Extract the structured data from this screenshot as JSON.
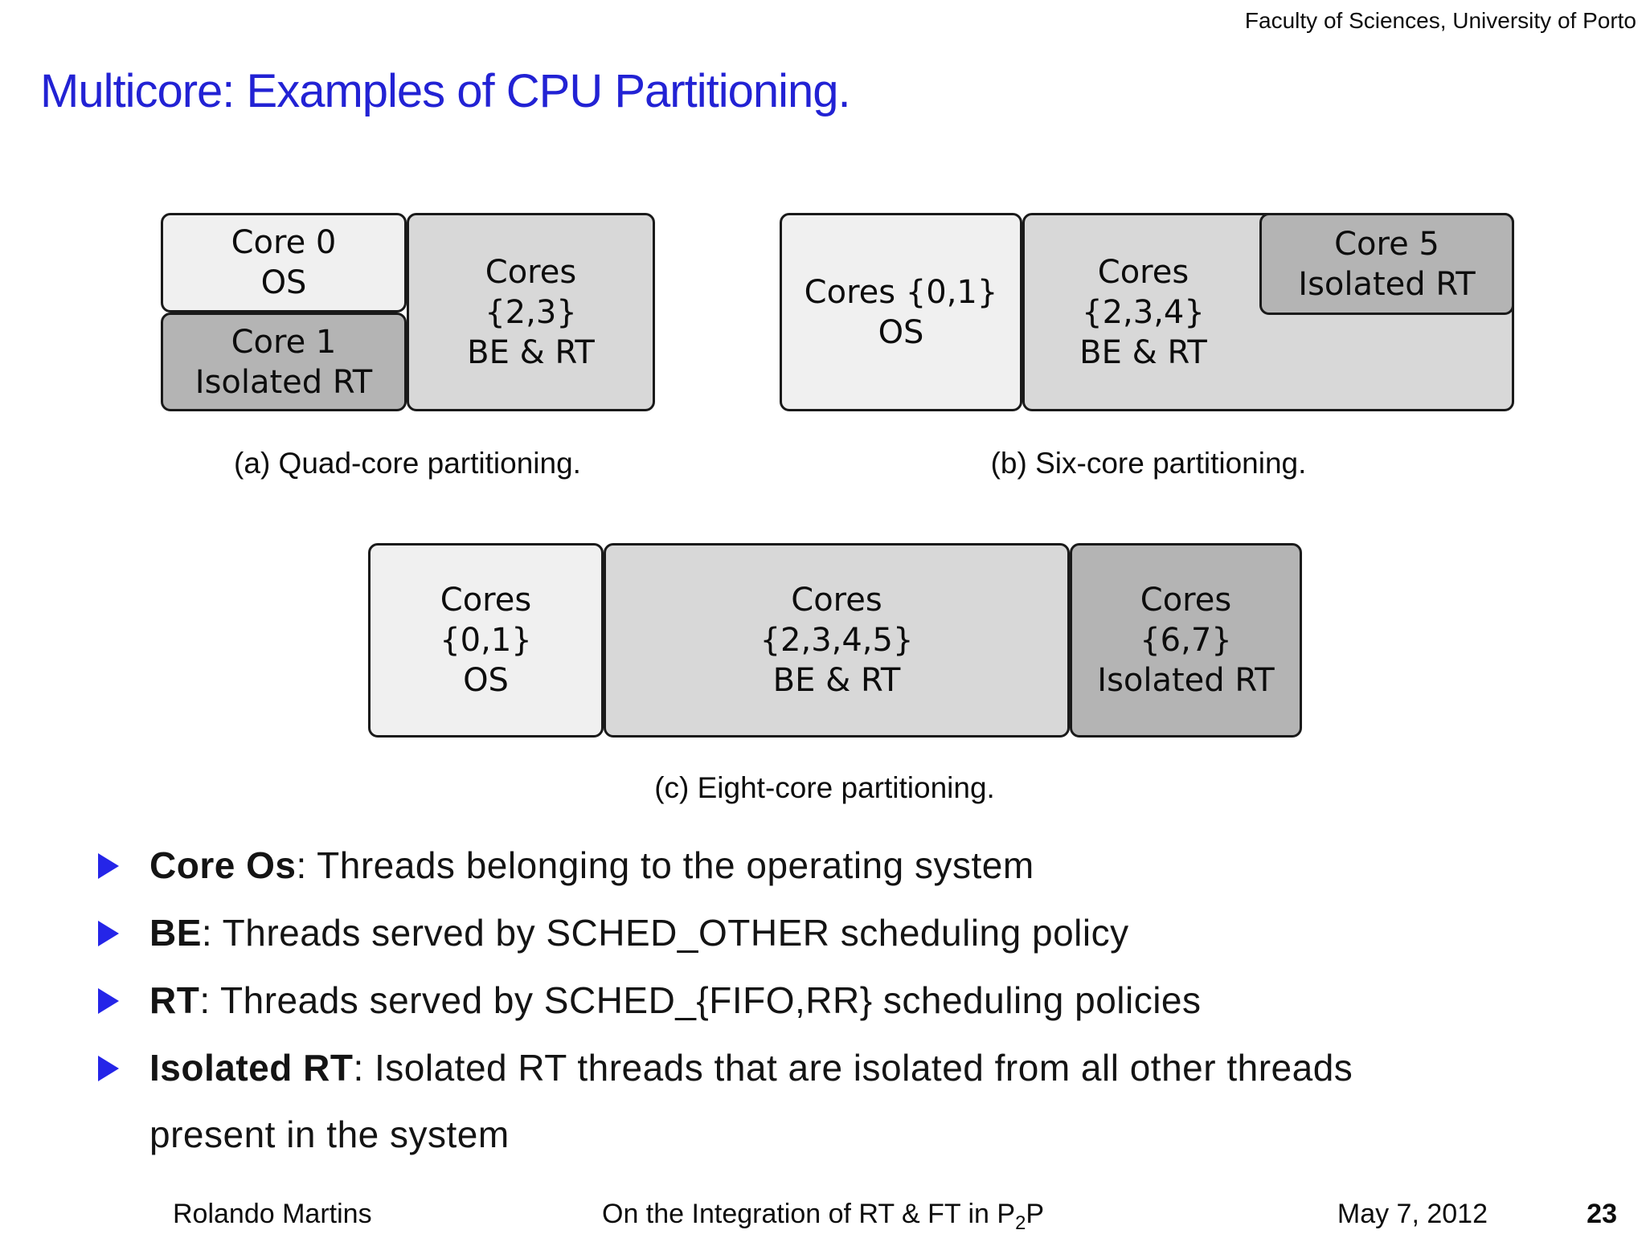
{
  "header": {
    "affiliation": "Faculty of Sciences, University of Porto"
  },
  "title": "Multicore: Examples of CPU Partitioning.",
  "colors": {
    "title_blue": "#2222d4",
    "bullet_blue": "#2525e8",
    "os_box_fill": "#f0f0f0",
    "be_rt_box_fill": "#d8d8d8",
    "isolated_rt_box_fill": "#b4b4b4",
    "box_border": "#1a1a1a"
  },
  "diagrams": {
    "a": {
      "caption": "(a) Quad-core partitioning.",
      "boxes": {
        "core0": {
          "lines": [
            "Core 0",
            "OS"
          ]
        },
        "core1": {
          "lines": [
            "Core 1",
            "Isolated RT"
          ]
        },
        "cores23": {
          "lines": [
            "Cores",
            "{2,3}",
            "BE & RT"
          ]
        }
      }
    },
    "b": {
      "caption": "(b) Six-core partitioning.",
      "boxes": {
        "cores01": {
          "lines": [
            "Cores {0,1}",
            "OS"
          ]
        },
        "cores234": {
          "lines": [
            "Cores",
            "{2,3,4}",
            "BE & RT"
          ]
        },
        "core5": {
          "lines": [
            "Core 5",
            "Isolated RT"
          ]
        }
      }
    },
    "c": {
      "caption": "(c) Eight-core partitioning.",
      "boxes": {
        "cores01": {
          "lines": [
            "Cores",
            "{0,1}",
            "OS"
          ]
        },
        "cores2345": {
          "lines": [
            "Cores",
            "{2,3,4,5}",
            "BE & RT"
          ]
        },
        "cores67": {
          "lines": [
            "Cores",
            "{6,7}",
            "Isolated RT"
          ]
        }
      }
    }
  },
  "bullets": [
    {
      "term": "Core Os",
      "text": ": Threads belonging to the operating system"
    },
    {
      "term": "BE",
      "text": ": Threads served by SCHED_OTHER scheduling policy"
    },
    {
      "term": "RT",
      "text": ": Threads served by SCHED_{FIFO,RR} scheduling policies"
    },
    {
      "term": "Isolated RT",
      "text": ": Isolated RT threads that are isolated from all other threads present in the system"
    }
  ],
  "footer": {
    "author": "Rolando Martins",
    "title_pre": "On the Integration of RT & FT in P",
    "title_sub": "2",
    "title_post": "P",
    "date": "May 7, 2012",
    "page": "23"
  }
}
